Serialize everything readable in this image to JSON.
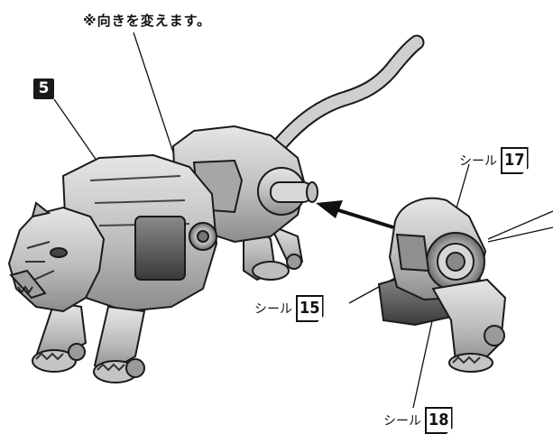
{
  "note": "※向きを変えます。",
  "step_number": "5",
  "stickers": [
    {
      "prefix": "シール",
      "number": "17"
    },
    {
      "prefix": "シール",
      "number": "15"
    },
    {
      "prefix": "シール",
      "number": "18"
    }
  ],
  "colors": {
    "body": "#c8c8c8",
    "shadow": "#8a8a8a",
    "outline": "#1a1a1a",
    "dark": "#4a4a4a"
  }
}
